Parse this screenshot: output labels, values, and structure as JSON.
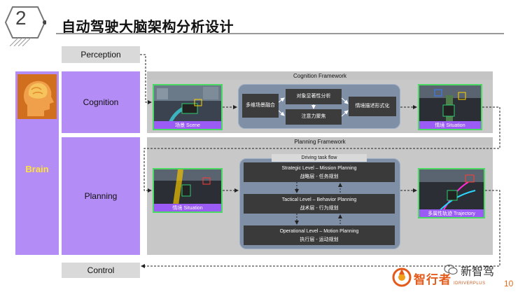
{
  "header": {
    "section_number": "2",
    "title": "自动驾驶大脑架构分析设计"
  },
  "side": {
    "perception_label": "Perception",
    "cognition_label": "Cognition",
    "planning_label": "Planning",
    "control_label": "Control",
    "brain_label": "Brain"
  },
  "cognition_framework": {
    "title": "Cognition Framework",
    "scene_caption": "场景 Scene",
    "multi_scene_fusion": "多维场景融合",
    "object_salience": "对象显著性分析",
    "attention_focus": "注意力聚焦",
    "situation_formalize": "情境描述形式化",
    "situation_caption": "情境 Situation"
  },
  "planning_framework": {
    "title": "Planning Framework",
    "flow_title": "Driving task flow",
    "situation_caption": "情境 Situation",
    "trajectory_caption": "多属性轨迹 Trajectory",
    "levels": [
      {
        "en": "Strategic Level – Mission Planning",
        "zh": "战略层 - 任务规划"
      },
      {
        "en": "Tactical Level – Behavior Planning",
        "zh": "战术层 - 行为规划"
      },
      {
        "en": "Operational Level – Motion Planning",
        "zh": "执行层 - 运动规划"
      }
    ]
  },
  "footer": {
    "watermark": "新智驾",
    "logo_zh": "智行者",
    "logo_en": "IDRIVERPLUS",
    "page_number": "10"
  },
  "colors": {
    "purple": "#b48cf5",
    "gray": "#d9d9d9",
    "panel": "#7f8fa6",
    "dark": "#3a3a3a",
    "caption": "#9b5cf6",
    "accent_orange": "#e35a1a"
  }
}
